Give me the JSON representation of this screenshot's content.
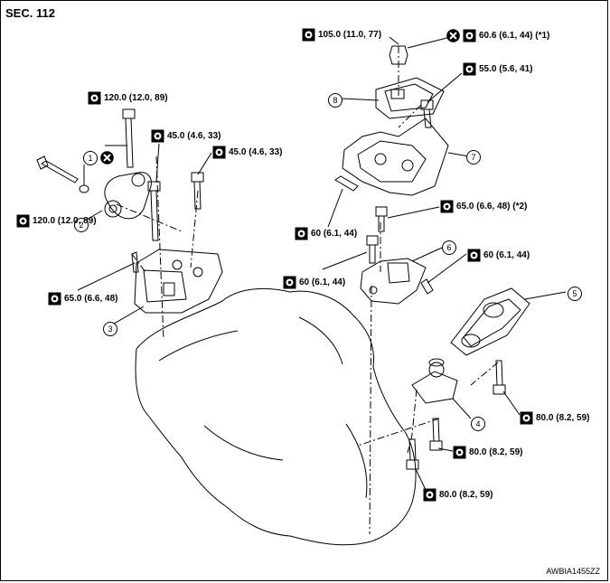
{
  "header": {
    "section": "SEC. 112"
  },
  "footer": {
    "code": "AWBIA1455ZZ"
  },
  "torque_labels": [
    "120.0 (12.0, 89)",
    "120.0 (12.0, 89)",
    "45.0 (4.6, 33)",
    "45.0 (4.6, 33)",
    "65.0 (6.6, 48)",
    "105.0 (11.0, 77)",
    "60.6 (6.1, 44) (*1)",
    "55.0 (5.6, 41)",
    "65.0 (6.6, 48) (*2)",
    "60 (6.1, 44)",
    "60 (6.1, 44)",
    "60 (6.1, 44)",
    "80.0 (8.2, 59)",
    "80.0 (8.2, 59)",
    "80.0 (8.2, 59)"
  ],
  "callouts": [
    "1",
    "2",
    "3",
    "4",
    "5",
    "6",
    "7",
    "8"
  ],
  "icons": {
    "torque": "torque-wrench-icon",
    "replace": "do-not-reuse-icon"
  }
}
